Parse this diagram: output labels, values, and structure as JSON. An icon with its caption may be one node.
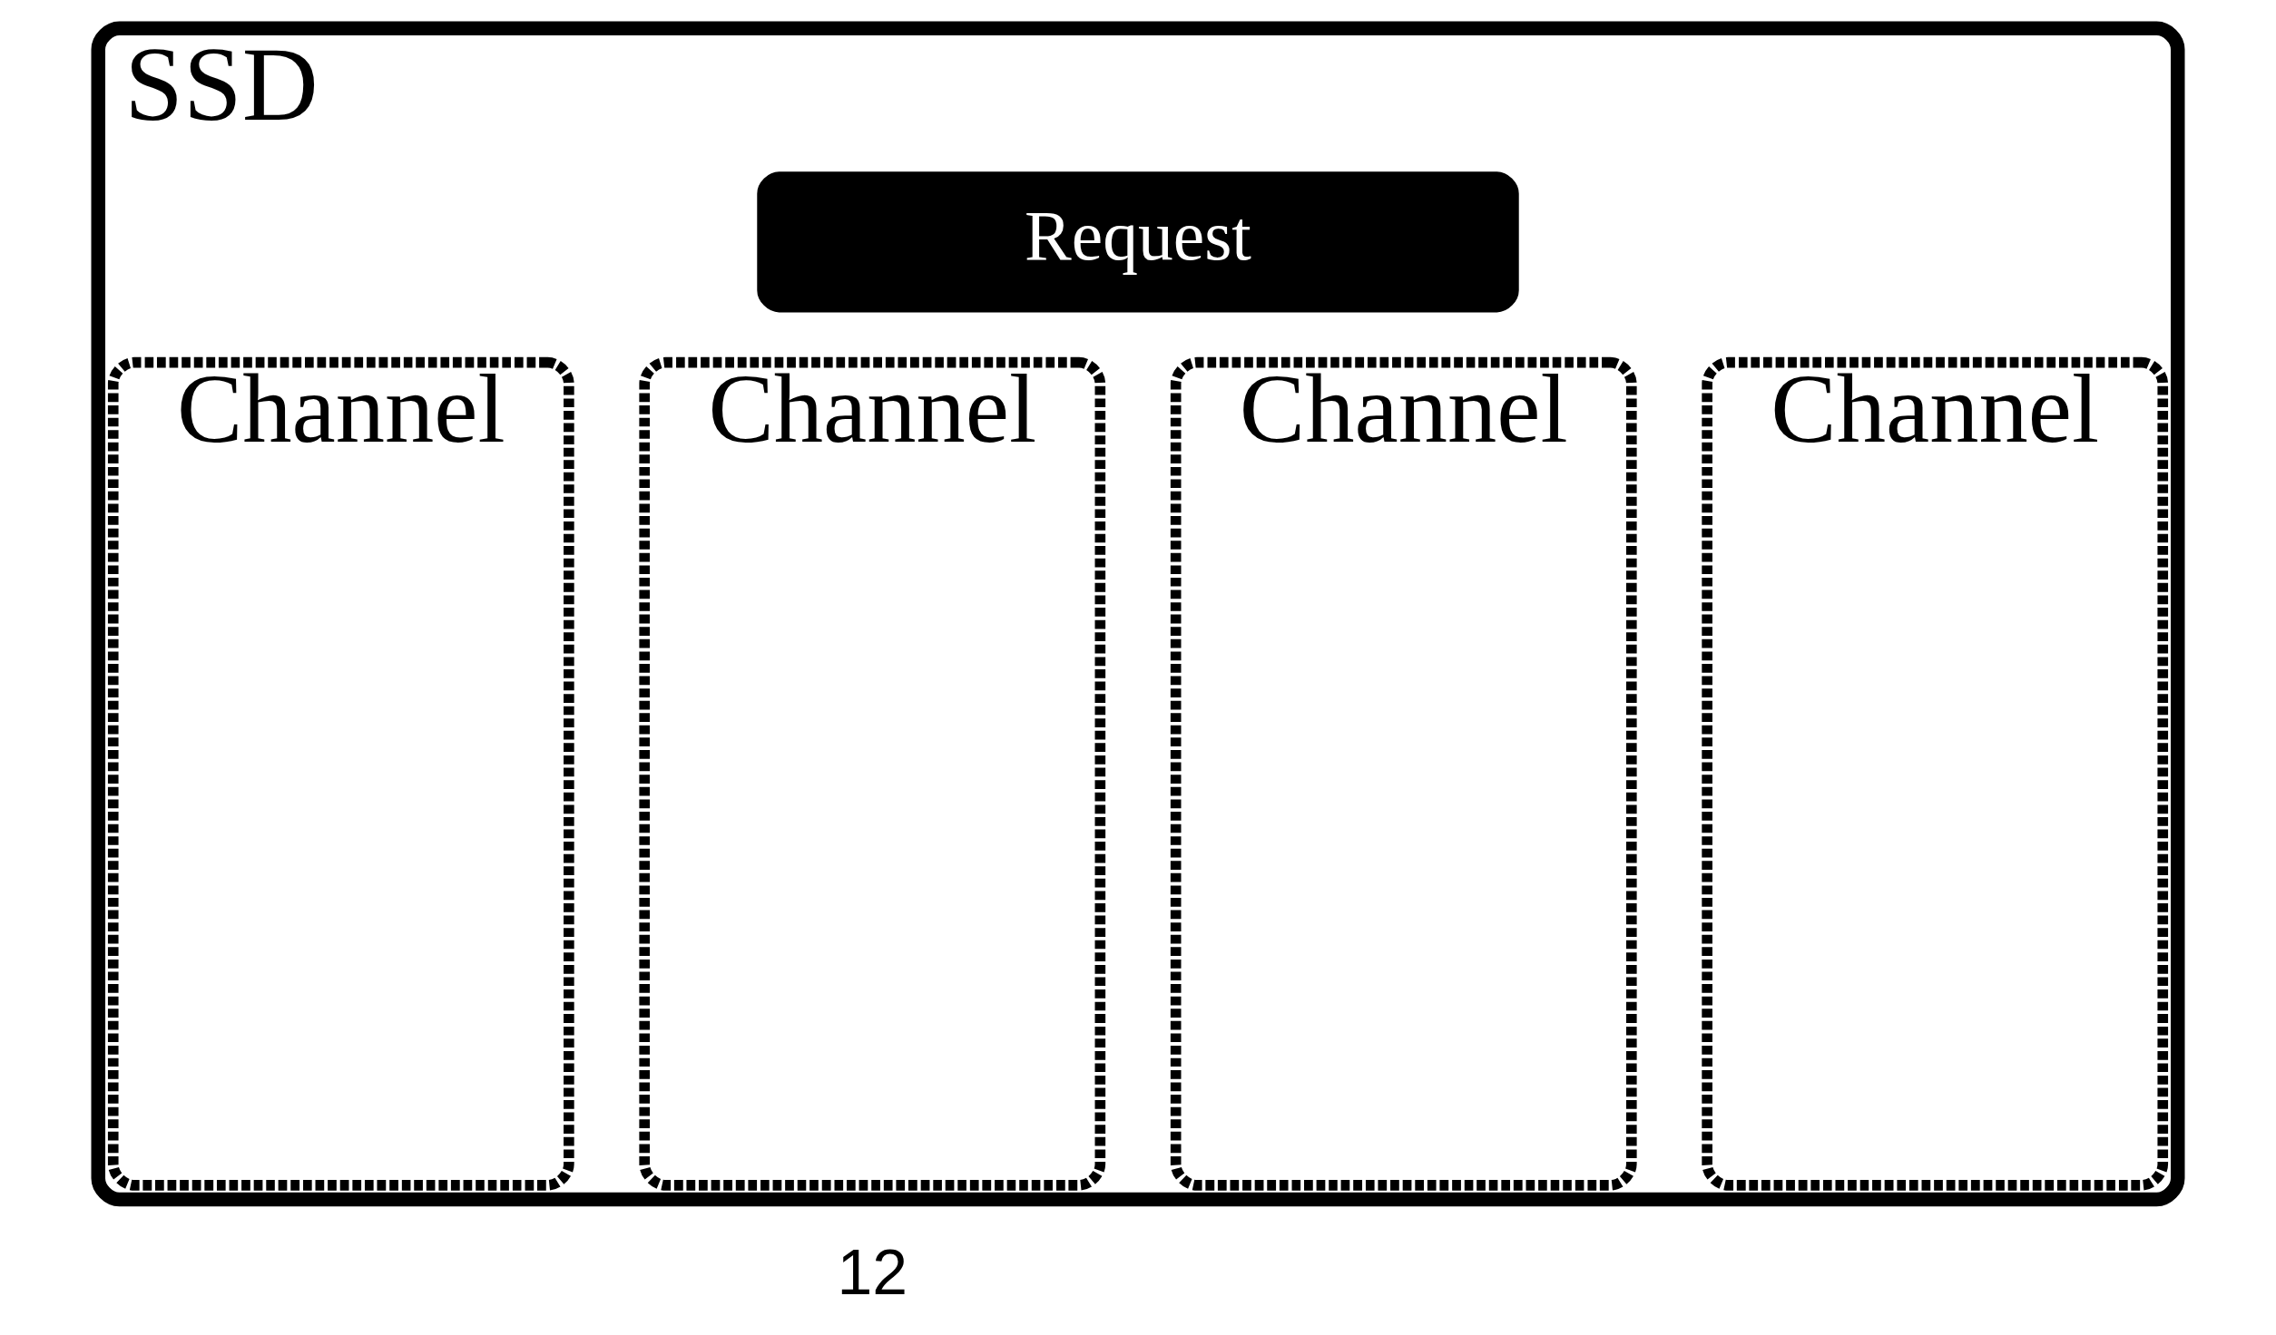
{
  "diagram": {
    "nodes": [
      {
        "text": [
          "SSD"
        ]
      },
      {
        "text": [
          "Request"
        ],
        "in": 0
      },
      {
        "text": [
          "Channel"
        ],
        "in": 0
      },
      {
        "text": [
          "Channel"
        ],
        "in": 0
      },
      {
        "text": [
          "Channel"
        ],
        "in": 0
      },
      {
        "text": [
          "Channel"
        ],
        "in": 0
      }
    ],
    "edges": [],
    "labels": [
      "12"
    ]
  }
}
